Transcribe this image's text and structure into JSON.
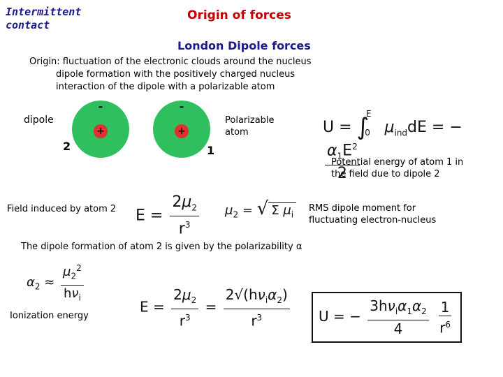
{
  "header": {
    "corner_label": "Intermittent contact",
    "title": "Origin of forces",
    "subtitle": "London Dipole forces"
  },
  "origin_text": {
    "line1": "Origin: fluctuation of the electronic clouds around the nucleus",
    "line2": "dipole formation with the positively charged nucleus",
    "line3": "interaction of the dipole with a polarizable atom"
  },
  "atoms": {
    "dipole_label": "dipole",
    "atom2_number": "2",
    "atom1_number": "1",
    "minus": "-",
    "plus": "+",
    "polarizable_label": "Polarizable atom"
  },
  "labels": {
    "potential_energy": "Potential energy of atom 1 in the field due to dipole 2",
    "field_induced": "Field induced by atom 2",
    "rms": "RMS dipole moment for fluctuating electron-nucleus",
    "dipole_formation": "The dipole formation of atom 2 is given by the polarizability α",
    "ionization": "Ionization energy"
  },
  "colors": {
    "sphere_fill": "#2fbf5f",
    "sphere_core": "#e03030",
    "title_red": "#c00000",
    "title_blue": "#1a1a8c"
  }
}
